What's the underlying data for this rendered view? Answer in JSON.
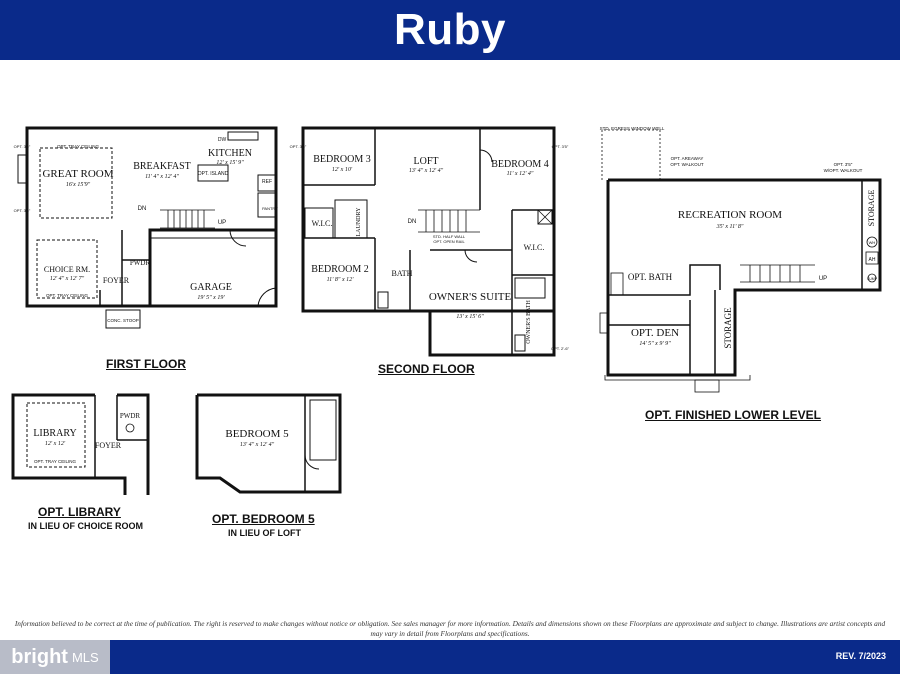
{
  "header": {
    "title": "Ruby"
  },
  "colors": {
    "brand_blue": "#0a2a8a",
    "wall": "#111111"
  },
  "first_floor": {
    "caption": "FIRST FLOOR",
    "rooms": [
      {
        "name": "GREAT ROOM",
        "dim": "16'x 15'9\""
      },
      {
        "name": "BREAKFAST",
        "dim": "11' 4\" x 12' 4\""
      },
      {
        "name": "KITCHEN",
        "dim": "12' x 15' 9\""
      },
      {
        "name": "CHOICE RM.",
        "dim": "12' 4\" x 12' 7\""
      },
      {
        "name": "FOYER",
        "dim": ""
      },
      {
        "name": "PWDR",
        "dim": ""
      },
      {
        "name": "GARAGE",
        "dim": "19' 5\" x 19'"
      }
    ],
    "notes": [
      "OPT. TRAY CEILING",
      "OPT. TRAY CEILING",
      "OPT. ISLAND",
      "DW",
      "REF",
      "PANTRY",
      "DN",
      "UP",
      "CONC. STOOP",
      "OPT. 3'5\"",
      "OPT. 3'5\""
    ]
  },
  "second_floor": {
    "caption": "SECOND FLOOR",
    "rooms": [
      {
        "name": "BEDROOM 3",
        "dim": "12' x 10'"
      },
      {
        "name": "LOFT",
        "dim": "13' 4\" x 12' 4\""
      },
      {
        "name": "BEDROOM 4",
        "dim": "11' x 12' 4\""
      },
      {
        "name": "BEDROOM 2",
        "dim": "11' 8\" x 12'"
      },
      {
        "name": "BATH",
        "dim": ""
      },
      {
        "name": "OWNER'S SUITE",
        "dim": "13' x 15' 6\""
      },
      {
        "name": "W.I.C.",
        "dim": ""
      },
      {
        "name": "W.I.C.",
        "dim": ""
      },
      {
        "name": "LAUNDRY",
        "dim": ""
      },
      {
        "name": "OWNER'S BATH",
        "dim": ""
      }
    ],
    "notes": [
      "DN",
      "STD. HALF WALL",
      "OPT. OPEN RAIL",
      "OPT. 3'5\"",
      "OPT. 3'5\"",
      "OPT. 2'-6\""
    ]
  },
  "lower_level": {
    "caption": "OPT. FINISHED LOWER LEVEL",
    "rooms": [
      {
        "name": "RECREATION ROOM",
        "dim": "35' x 11' 8\""
      },
      {
        "name": "OPT. BATH",
        "dim": ""
      },
      {
        "name": "OPT. DEN",
        "dim": "14' 5\" x 9' 9\""
      },
      {
        "name": "STORAGE",
        "dim": ""
      },
      {
        "name": "STORAGE",
        "dim": ""
      }
    ],
    "notes": [
      "STD. EGRESS WINDOW WELL",
      "OPT. AREAWAY",
      "OPT. WALKOUT",
      "OPT. 3'5\"",
      "W/OPT. WALKOUT",
      "UP",
      "WH",
      "AH",
      "SUMP"
    ]
  },
  "opt_library": {
    "caption": "OPT. LIBRARY",
    "subcaption": "IN LIEU OF CHOICE ROOM",
    "rooms": [
      {
        "name": "LIBRARY",
        "dim": "12' x 12'"
      },
      {
        "name": "FOYER",
        "dim": ""
      },
      {
        "name": "PWDR",
        "dim": ""
      }
    ],
    "notes": [
      "OPT. TRAY CEILING"
    ]
  },
  "opt_bedroom5": {
    "caption": "OPT. BEDROOM 5",
    "subcaption": "IN LIEU OF LOFT",
    "rooms": [
      {
        "name": "BEDROOM 5",
        "dim": "13' 4\" x 12' 4\""
      }
    ]
  },
  "disclaimer": "Information believed to be correct at the time of publication. The right is reserved to make changes without notice or obligation. See sales manager for more information. Details and dimensions shown on these Floorplans are approximate and subject to change. Illustrations are artist concepts and may vary in detail from Floorplans and specifications.",
  "footer": {
    "brand": "bright",
    "brand_suffix": "MLS",
    "revision": "REV. 7/2023"
  }
}
